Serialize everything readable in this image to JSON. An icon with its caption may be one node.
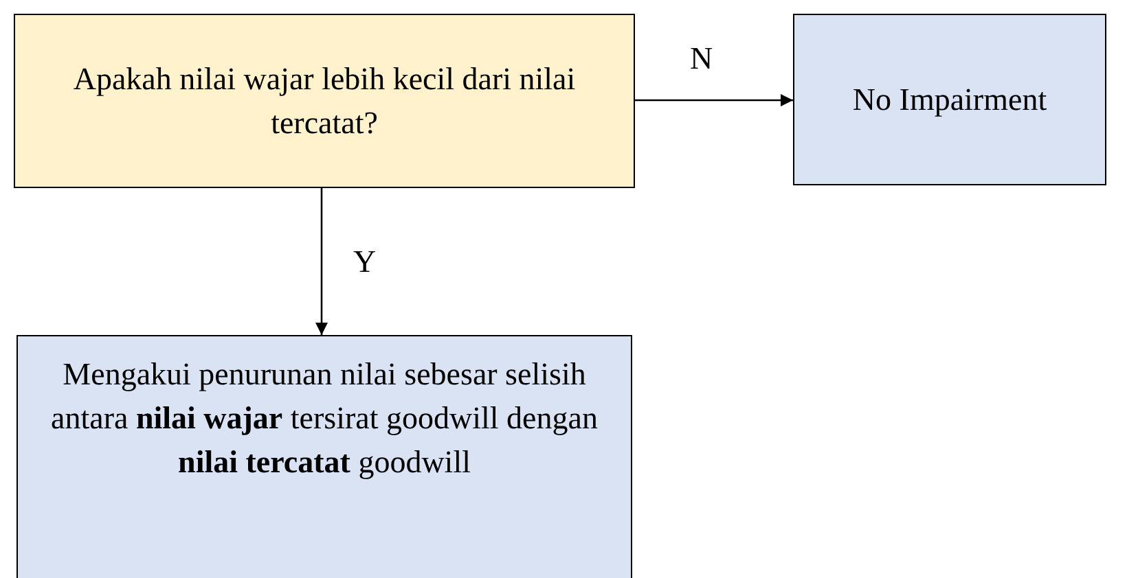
{
  "diagram": {
    "nodes": [
      {
        "text": [
          "Apakah nilai wajar lebih kecil dari nilai tercatat?"
        ]
      },
      {
        "text": [
          "No Impairment"
        ]
      },
      {
        "text": [
          "Mengakui penurunan nilai sebesar selisih antara **nilai wajar** tersirat goodwill dengan **nilai tercatat** goodwill"
        ]
      }
    ],
    "edges": [
      {
        "from": 0,
        "to": 1,
        "arrow": "to",
        "label": "N"
      },
      {
        "from": 0,
        "to": 2,
        "arrow": "to",
        "label": "Y"
      }
    ]
  }
}
